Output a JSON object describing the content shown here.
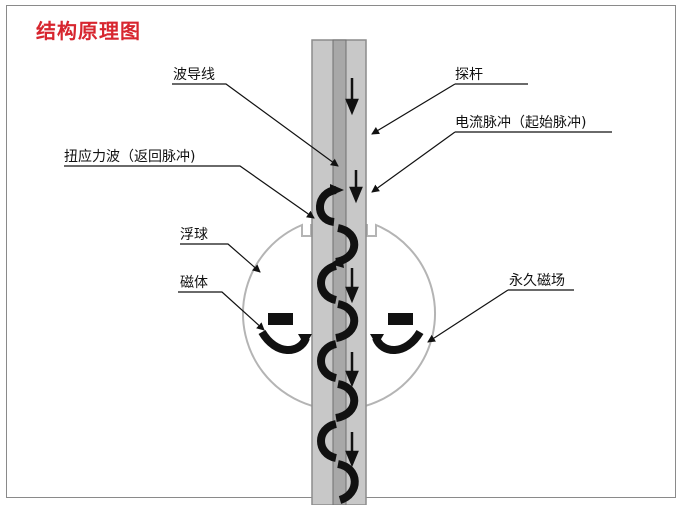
{
  "title": "结构原理图",
  "labels": {
    "waveguide": "波导线",
    "probe": "探杆",
    "current_pulse": "电流脉冲（起始脉冲)",
    "torsional_wave": "扭应力波（返回脉冲)",
    "float_ball": "浮球",
    "magnet": "磁体",
    "permanent_field": "永久磁场"
  },
  "colors": {
    "title": "#d7262f",
    "rod": "#c8c8c8",
    "inner_rod": "#a8a8a8",
    "float_outline": "#b4b4b4",
    "arrows": "#111111"
  }
}
